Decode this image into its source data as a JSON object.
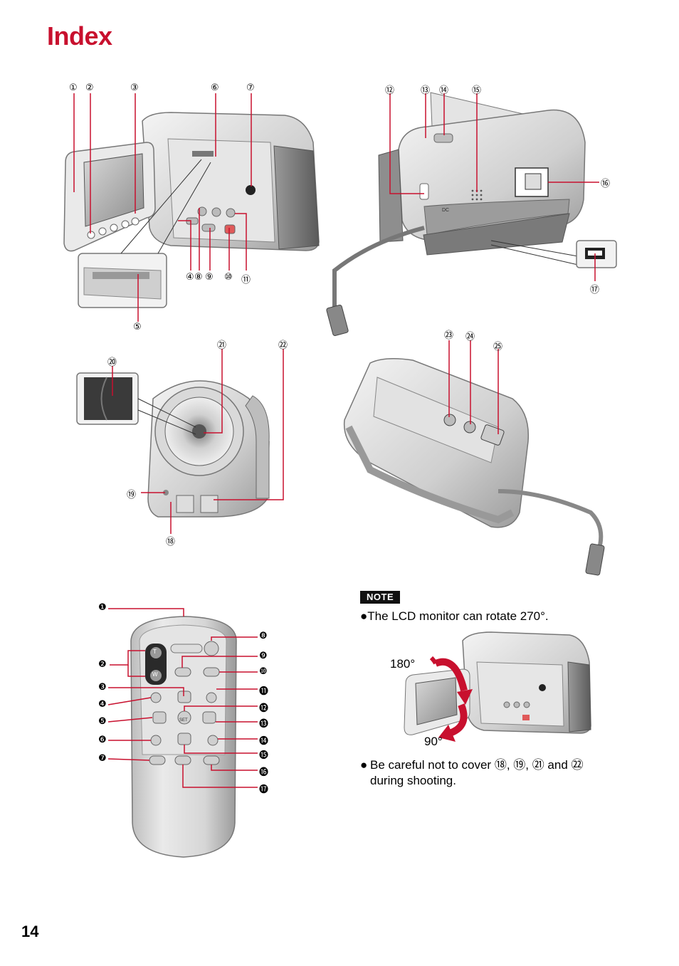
{
  "page": {
    "title": "Index",
    "page_number": "14"
  },
  "callouts": {
    "camera_back": [
      "①",
      "②",
      "③",
      "⑥",
      "⑦",
      "④",
      "⑧",
      "⑨",
      "⑩",
      "⑪",
      "⑤"
    ],
    "camera_side": [
      "⑫",
      "⑬",
      "⑭",
      "⑮",
      "⑯",
      "⑰"
    ],
    "camera_front": [
      "⑳",
      "㉑",
      "㉒",
      "⑲",
      "⑱"
    ],
    "camera_bottom": [
      "㉓",
      "㉔",
      "㉕"
    ],
    "remote": [
      "❶",
      "❷",
      "❸",
      "❹",
      "❺",
      "❻",
      "❼",
      "❽",
      "❾",
      "❿",
      "⓫",
      "⓬",
      "⓭",
      "⓮",
      "⓯",
      "⓰",
      "⓱"
    ]
  },
  "remote_labels": {
    "t": "T",
    "w": "W",
    "set": "SET"
  },
  "camera_labels": {
    "dc": "DC"
  },
  "note": {
    "badge": "NOTE",
    "bullet1": "The LCD monitor can rotate 270°.",
    "rotation_top": "180°",
    "rotation_bottom": "90°",
    "bullet2_line1": "Be careful not to cover ⑱, ⑲, ㉑ and ㉒",
    "bullet2_line2": "during shooting."
  },
  "colors": {
    "title_red": "#c8102e",
    "callout_red": "#c8102e",
    "camera_body": "#d4d4d4",
    "camera_dark": "#8a8a8a"
  }
}
